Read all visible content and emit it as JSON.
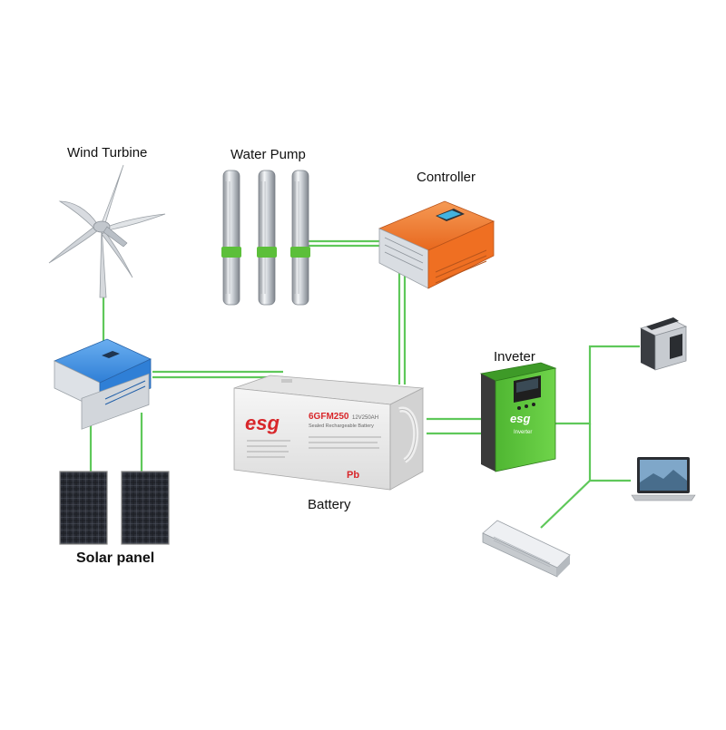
{
  "labels": {
    "wind_turbine": "Wind Turbine",
    "water_pump": "Water Pump",
    "controller": "Controller",
    "inverter": "Inveter",
    "battery": "Battery",
    "solar_panel": "Solar panel"
  },
  "brand": {
    "logo": "esg",
    "battery_model": "6GFM250",
    "battery_spec": "12V250AH",
    "battery_subtitle": "Sealed Rechargeable Battery",
    "battery_pb": "Pb",
    "inverter_text": "Inverter"
  },
  "colors": {
    "wire": "#5fc85a",
    "controller_orange": "#f07a2a",
    "wind_controller_blue": "#3f8fe0",
    "inverter_green": "#5ec63c",
    "battery_body": "#eeeeee",
    "logo_red": "#d8262a"
  },
  "icons": {
    "wind_turbine": "wind-turbine-icon",
    "water_pump": "water-pump-icon",
    "controller": "solar-controller-icon",
    "wind_controller": "wind-controller-icon",
    "battery": "battery-icon",
    "inverter": "inverter-icon",
    "solar_panel": "solar-panel-icon",
    "fridge": "portable-fridge-icon",
    "laptop": "laptop-icon",
    "air_conditioner": "air-conditioner-icon"
  }
}
